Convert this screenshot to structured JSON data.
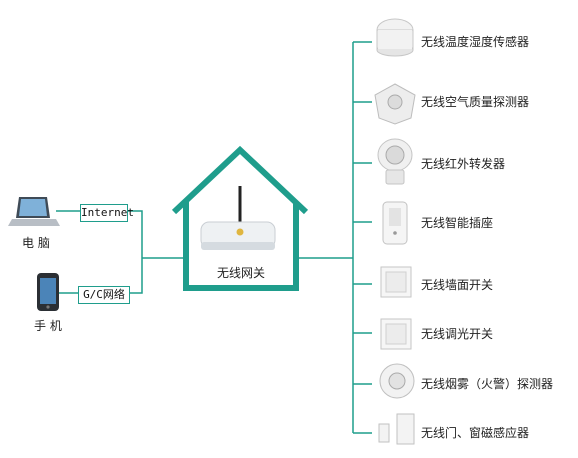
{
  "diagram": {
    "accent": "#1f9d8c",
    "left_devices": [
      {
        "id": "pc",
        "label": "电 脑",
        "link_label": "Internet",
        "icon": "laptop-icon"
      },
      {
        "id": "phone",
        "label": "手 机",
        "link_label": "G/C网络",
        "icon": "phone-icon"
      }
    ],
    "hub": {
      "label": "无线网关",
      "icon": "router-icon"
    },
    "right_devices": [
      {
        "label": "无线温度湿度传感器",
        "icon": "temp-humidity-sensor-icon"
      },
      {
        "label": "无线空气质量探测器",
        "icon": "air-quality-detector-icon"
      },
      {
        "label": "无线红外转发器",
        "icon": "ir-transmitter-icon"
      },
      {
        "label": "无线智能插座",
        "icon": "smart-socket-icon"
      },
      {
        "label": "无线墙面开关",
        "icon": "wall-switch-icon"
      },
      {
        "label": "无线调光开关",
        "icon": "dimmer-switch-icon"
      },
      {
        "label": "无线烟雾（火警）探测器",
        "icon": "smoke-detector-icon"
      },
      {
        "label": "无线门、窗磁感应器",
        "icon": "door-window-sensor-icon"
      }
    ]
  }
}
